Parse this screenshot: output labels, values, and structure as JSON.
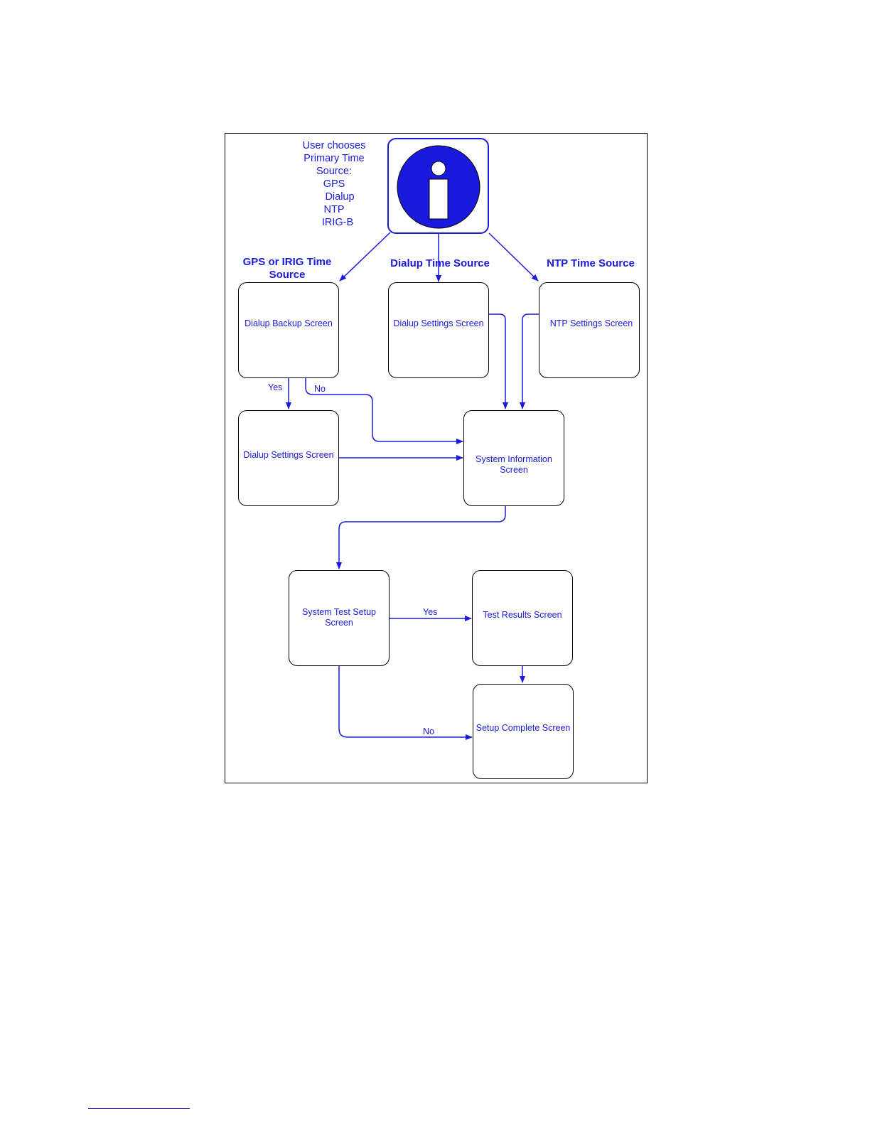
{
  "intro": {
    "lines": [
      "User chooses",
      "Primary Time",
      "Source:",
      "GPS",
      "Dialup",
      "NTP",
      "IRIG-B"
    ]
  },
  "headings": {
    "gps_irig": [
      "GPS or IRIG Time",
      "Source"
    ],
    "dialup": "Dialup Time Source",
    "ntp": "NTP Time Source"
  },
  "boxes": {
    "dialup_backup": "Dialup Backup Screen",
    "dialup_settings_top": "Dialup Settings Screen",
    "ntp_settings": "NTP Settings Screen",
    "dialup_settings_left": "Dialup Settings Screen",
    "system_information": [
      "System Information",
      "Screen"
    ],
    "system_test_setup": [
      "System Test Setup",
      "Screen"
    ],
    "test_results": "Test Results Screen",
    "setup_complete": "Setup Complete Screen"
  },
  "edge_labels": {
    "backup_yes": "Yes",
    "backup_no": "No",
    "test_yes": "Yes",
    "test_no": "No"
  },
  "colors": {
    "accent": "#1a1adc",
    "box_border": "#000000"
  },
  "icons": {
    "info": "info-icon"
  }
}
